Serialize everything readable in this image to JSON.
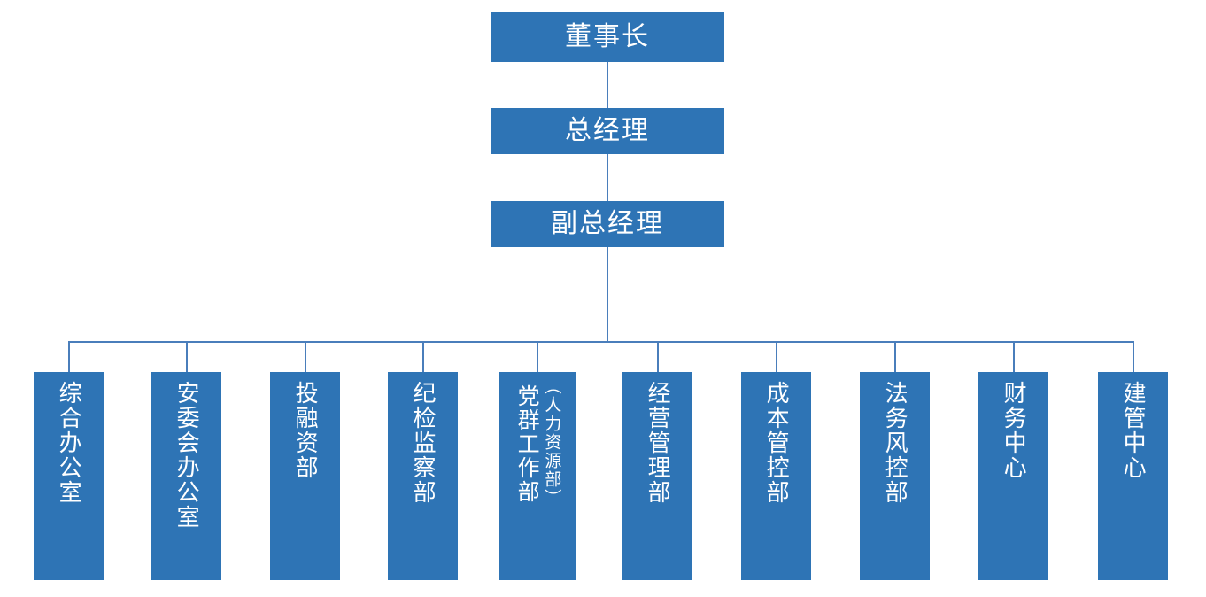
{
  "chart_data": {
    "type": "diagram",
    "diagram_type": "organization-chart",
    "title": "",
    "orientation": "top-down",
    "colors": {
      "node_fill": "#2E74B5",
      "node_text": "#FFFFFF",
      "connector": "#4A7EBB",
      "background": "#FFFFFF"
    },
    "levels": [
      {
        "level": 1,
        "nodes": [
          "董事长"
        ]
      },
      {
        "level": 2,
        "nodes": [
          "总经理"
        ]
      },
      {
        "level": 3,
        "nodes": [
          "副总经理"
        ]
      },
      {
        "level": 4,
        "nodes": [
          "综合办公室",
          "安委会办公室",
          "投融资部",
          "纪检监察部",
          "党群工作部（人力资源部）",
          "经营管理部",
          "成本管控部",
          "法务风控部",
          "财务中心",
          "建管中心"
        ]
      }
    ],
    "edges": [
      {
        "from": "董事长",
        "to": "总经理"
      },
      {
        "from": "总经理",
        "to": "副总经理"
      },
      {
        "from": "副总经理",
        "to": "综合办公室"
      },
      {
        "from": "副总经理",
        "to": "安委会办公室"
      },
      {
        "from": "副总经理",
        "to": "投融资部"
      },
      {
        "from": "副总经理",
        "to": "纪检监察部"
      },
      {
        "from": "副总经理",
        "to": "党群工作部（人力资源部）"
      },
      {
        "from": "副总经理",
        "to": "经营管理部"
      },
      {
        "from": "副总经理",
        "to": "成本管控部"
      },
      {
        "from": "副总经理",
        "to": "法务风控部"
      },
      {
        "from": "副总经理",
        "to": "财务中心"
      },
      {
        "from": "副总经理",
        "to": "建管中心"
      }
    ]
  },
  "top_nodes": {
    "chairman": "董事长",
    "general_manager": "总经理",
    "deputy_general_manager": "副总经理"
  },
  "departments": [
    {
      "label": "综合办公室"
    },
    {
      "label": "安委会办公室"
    },
    {
      "label": "投融资部"
    },
    {
      "label": "纪检监察部"
    },
    {
      "label": "党群工作部",
      "sub_label": "（人力资源部）"
    },
    {
      "label": "经营管理部"
    },
    {
      "label": "成本管控部"
    },
    {
      "label": "法务风控部"
    },
    {
      "label": "财务中心"
    },
    {
      "label": "建管中心"
    }
  ]
}
